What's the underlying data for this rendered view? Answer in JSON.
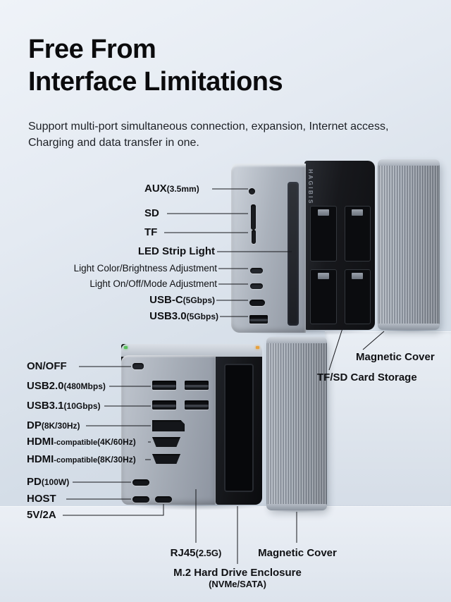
{
  "header": {
    "title_line1": "Free From",
    "title_line2": "Interface Limitations",
    "subtitle": "Support multi-port simultaneous connection, expansion, Internet access, Charging and data transfer in one."
  },
  "device": {
    "brand_vertical": "HAGIBIS"
  },
  "labels": {
    "aux": {
      "main": "AUX",
      "sub": "(3.5mm)"
    },
    "sd": {
      "main": "SD"
    },
    "tf": {
      "main": "TF"
    },
    "led_strip": {
      "main": "LED Strip Light"
    },
    "light_color": {
      "main": "Light Color/Brightness Adjustment"
    },
    "light_mode": {
      "main": "Light On/Off/Mode Adjustment"
    },
    "usb_c": {
      "main": "USB-C",
      "sub": "(5Gbps)"
    },
    "usb_30": {
      "main": "USB3.0",
      "sub": "(5Gbps)"
    },
    "magnetic_cover_top": {
      "main": "Magnetic Cover"
    },
    "card_storage": {
      "main": "TF/SD Card Storage"
    },
    "on_off": {
      "main": "ON/OFF"
    },
    "usb_20": {
      "main": "USB2.0",
      "sub": "(480Mbps)"
    },
    "usb_31": {
      "main": "USB3.1",
      "sub": "(10Gbps)"
    },
    "dp": {
      "main": "DP",
      "sub": "(8K/30Hz)"
    },
    "hdmi_4k": {
      "main": "HDMI",
      "mid": "-compatible",
      "sub": "(4K/60Hz)"
    },
    "hdmi_8k": {
      "main": "HDMI",
      "mid": "-compatible",
      "sub": "(8K/30Hz)"
    },
    "pd": {
      "main": "PD",
      "sub": "(100W)"
    },
    "host": {
      "main": "HOST"
    },
    "power_5v": {
      "main": "5V/2A"
    },
    "rj45": {
      "main": "RJ45",
      "sub": "(2.5G)"
    },
    "m2": {
      "main": "M.2 Hard Drive Enclosure",
      "sub": "(NVMe/SATA)"
    },
    "magnetic_cover_bottom": {
      "main": "Magnetic Cover"
    }
  },
  "colors": {
    "background_top": "#eff3f8",
    "background_bottom": "#c9d3df",
    "device_silver": "#a5acb6",
    "device_dark_panel": "#17181c",
    "label_text": "#101114",
    "rj45_led_green": "#58c05a",
    "rj45_led_amber": "#e8a13c"
  }
}
